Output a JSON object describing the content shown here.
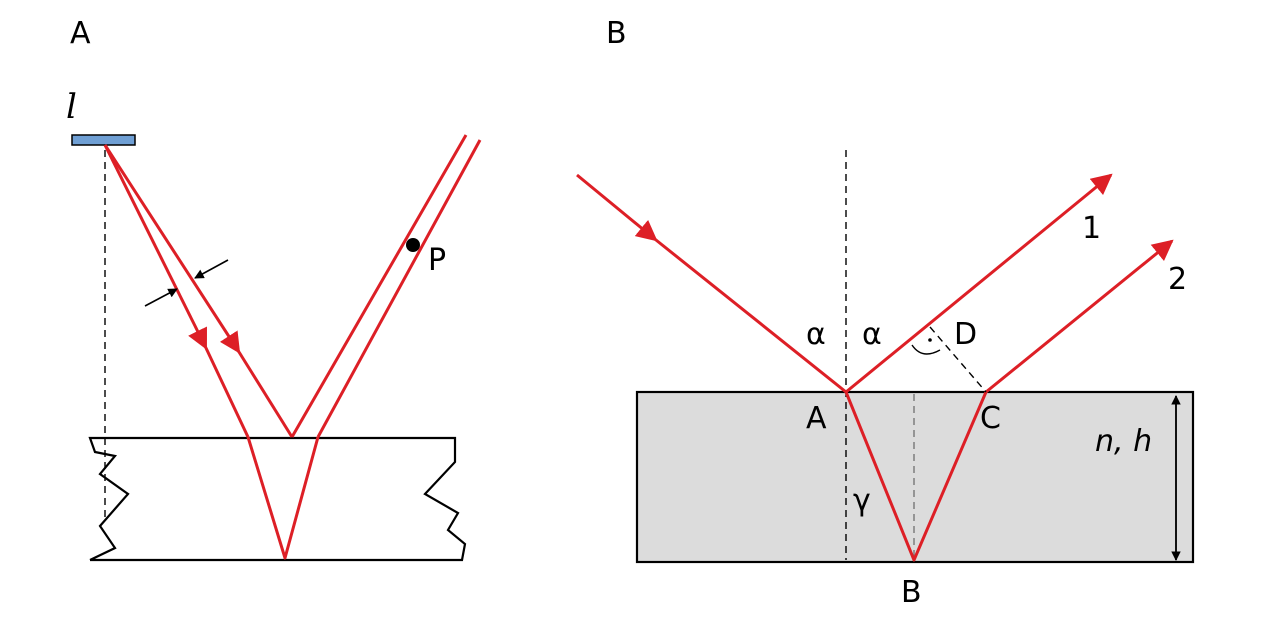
{
  "panel_a": {
    "label": "A",
    "source_label": "l",
    "point_label": "P"
  },
  "panel_b": {
    "label": "B",
    "angle_left": "α",
    "angle_right": "α",
    "refraction_angle": "γ",
    "point_a": "A",
    "point_b": "B",
    "point_c": "C",
    "point_d": "D",
    "ray_1": "1",
    "ray_2": "2",
    "plate_props": "n, h"
  },
  "colors": {
    "ray": "#dd1f26",
    "plate_fill": "#dcdcdc",
    "source_fill": "#6f9fd4"
  }
}
